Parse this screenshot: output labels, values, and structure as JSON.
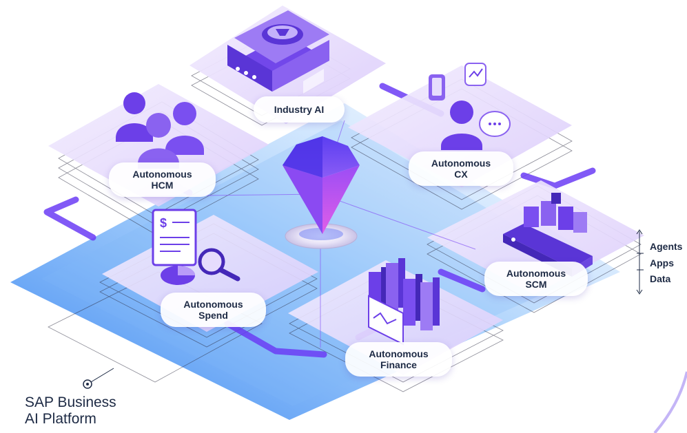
{
  "domains": {
    "industry_ai": {
      "label": "Industry AI"
    },
    "cx": {
      "line1": "Autonomous",
      "line2": "CX"
    },
    "hcm": {
      "line1": "Autonomous",
      "line2": "HCM"
    },
    "scm": {
      "line1": "Autonomous",
      "line2": "SCM"
    },
    "spend": {
      "line1": "Autonomous",
      "line2": "Spend"
    },
    "finance": {
      "line1": "Autonomous",
      "line2": "Finance"
    }
  },
  "layers": {
    "agents": "Agents",
    "apps": "Apps",
    "data": "Data"
  },
  "platform": {
    "line1": "SAP Business",
    "line2": "AI Platform"
  },
  "colors": {
    "accent": "#6b3cf5",
    "tile": "#e7dcfb",
    "base_blue": "#3b8cf0",
    "gem": "#6a34e8",
    "text": "#1d2a44"
  }
}
